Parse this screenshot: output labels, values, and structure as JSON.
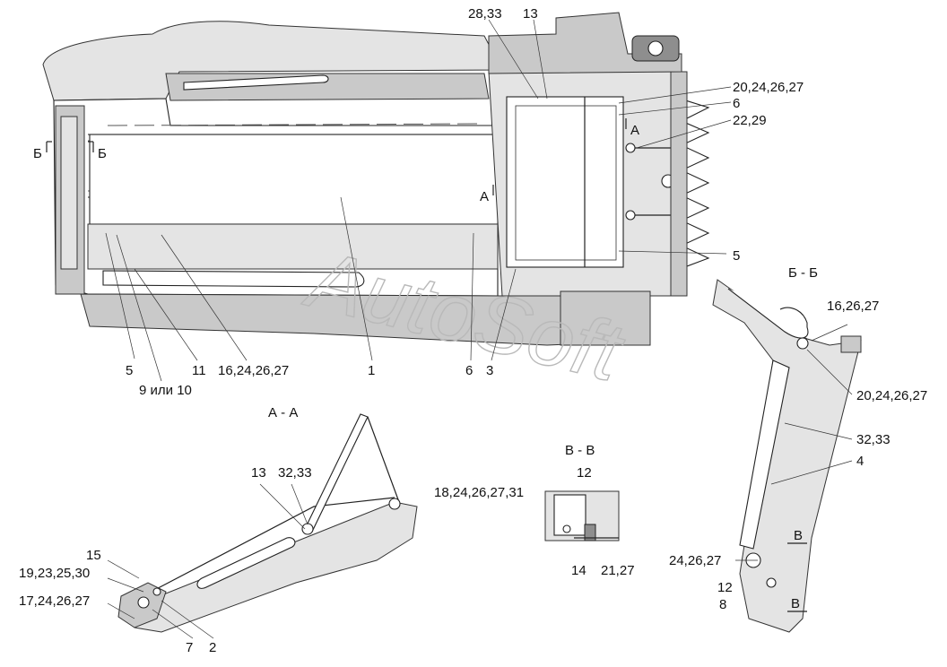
{
  "watermark": "AutoSoft",
  "sections": {
    "aa": "А - А",
    "bb": "Б - Б",
    "vv": "В - В"
  },
  "section_marks": {
    "b_left": "Б",
    "b_right": "Б",
    "a_top": "А",
    "a_mid": "А",
    "v_top": "В",
    "v_bottom": "В"
  },
  "labels": {
    "main_28_33": "28,33",
    "main_13": "13",
    "main_20": "20,24,26,27",
    "main_6_top": "6",
    "main_22": "22,29",
    "main_5_right": "5",
    "main_5_bottom": "5",
    "main_11": "11",
    "main_16": "16,24,26,27",
    "main_1": "1",
    "main_6_bottom": "6",
    "main_3": "3",
    "main_9_10": "9 или 10",
    "aa_13": "13",
    "aa_32_33": "32,33",
    "aa_15": "15",
    "aa_19": "19,23,25,30",
    "aa_17": "17,24,26,27",
    "aa_7": "7",
    "aa_2": "2",
    "vv_12": "12",
    "vv_18": "18,24,26,27,31",
    "vv_14": "14",
    "vv_21": "21,27",
    "bb_16": "16,26,27",
    "bb_20": "20,24,26,27",
    "bb_32": "32,33",
    "bb_4": "4",
    "bb_24": "24,26,27",
    "bb_12": "12",
    "bb_8": "8"
  }
}
